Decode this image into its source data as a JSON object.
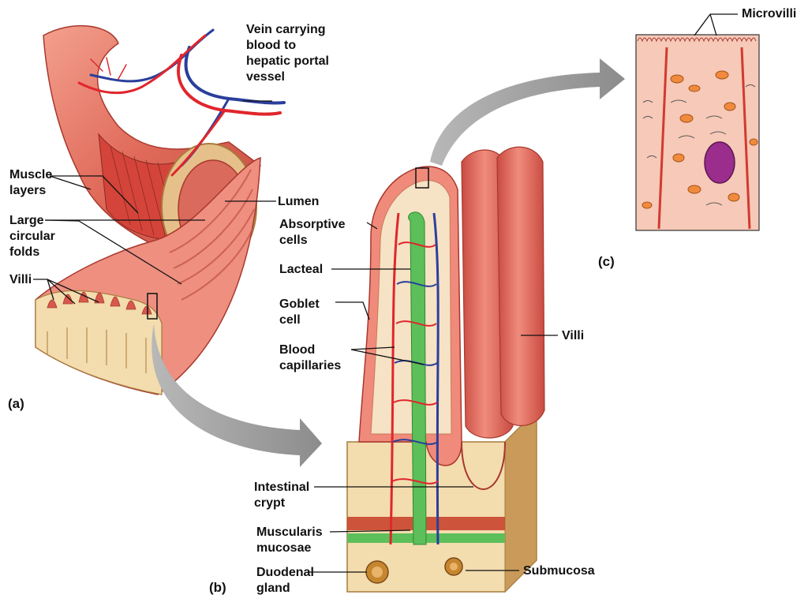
{
  "panels": {
    "a": "(a)",
    "b": "(b)",
    "c": "(c)"
  },
  "labels": {
    "vein": "Vein carrying\nblood to\nhepatic portal\nvessel",
    "muscle_layers": "Muscle\nlayers",
    "large_circular_folds": "Large\ncircular\nfolds",
    "villi_a": "Villi",
    "lumen": "Lumen",
    "absorptive_cells": "Absorptive\ncells",
    "lacteal": "Lacteal",
    "goblet_cell": "Goblet\ncell",
    "blood_capillaries": "Blood\ncapillaries",
    "intestinal_crypt": "Intestinal\ncrypt",
    "muscularis_mucosae": "Muscularis\nmucosae",
    "duodenal_gland": "Duodenal\ngland",
    "villi_b": "Villi",
    "submucosa": "Submucosa",
    "microvilli": "Microvilli"
  },
  "colors": {
    "tissue": "#e8746a",
    "tissue_dark": "#c94a40",
    "tissue_light": "#f6c2b4",
    "artery": "#e0262c",
    "vein": "#2a3f9c",
    "lacteal": "#5cbf5a",
    "submucosa": "#f3dcae",
    "arrow": "#9a9a9a",
    "nucleus": "#9b2d8c",
    "mitochondria": "#f08a3c"
  }
}
